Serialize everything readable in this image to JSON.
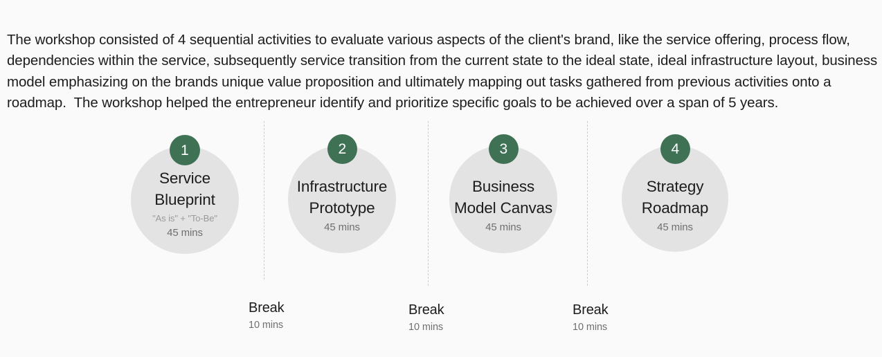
{
  "intro": {
    "paragraph": "The workshop consisted of 4 sequential activities to evaluate various aspects of the client's brand, like the service offering, process flow, dependencies within the service, subsequently service transition from the current state to the ideal state, ideal infrastructure layout, business model emphasizing on the brands unique value proposition and ultimately mapping out tasks gathered from previous activities onto a roadmap.  The workshop helped the entrepreneur identify and prioritize specific goals to be achieved over a span of 5 years."
  },
  "colors": {
    "background": "#fbfafa",
    "badge_green": "#3f7155",
    "disc_gray": "#e4e3e3",
    "divider_gray": "#cdcdcd",
    "text_primary": "#1c1c1c",
    "text_muted": "#6f6f6f",
    "text_faint": "#9a9a9a"
  },
  "activities": [
    {
      "number": "1",
      "title": "Service\nBlueprint",
      "note": "\"As is\" + \"To-Be\"",
      "duration": "45 mins"
    },
    {
      "number": "2",
      "title": "Infrastructure\nPrototype",
      "note": "",
      "duration": "45 mins"
    },
    {
      "number": "3",
      "title": "Business\nModel Canvas",
      "note": "",
      "duration": "45 mins"
    },
    {
      "number": "4",
      "title": "Strategy\nRoadmap",
      "note": "",
      "duration": "45 mins"
    }
  ],
  "breaks": [
    {
      "label": "Break",
      "duration": "10 mins"
    },
    {
      "label": "Break",
      "duration": "10 mins"
    },
    {
      "label": "Break",
      "duration": "10 mins"
    }
  ]
}
